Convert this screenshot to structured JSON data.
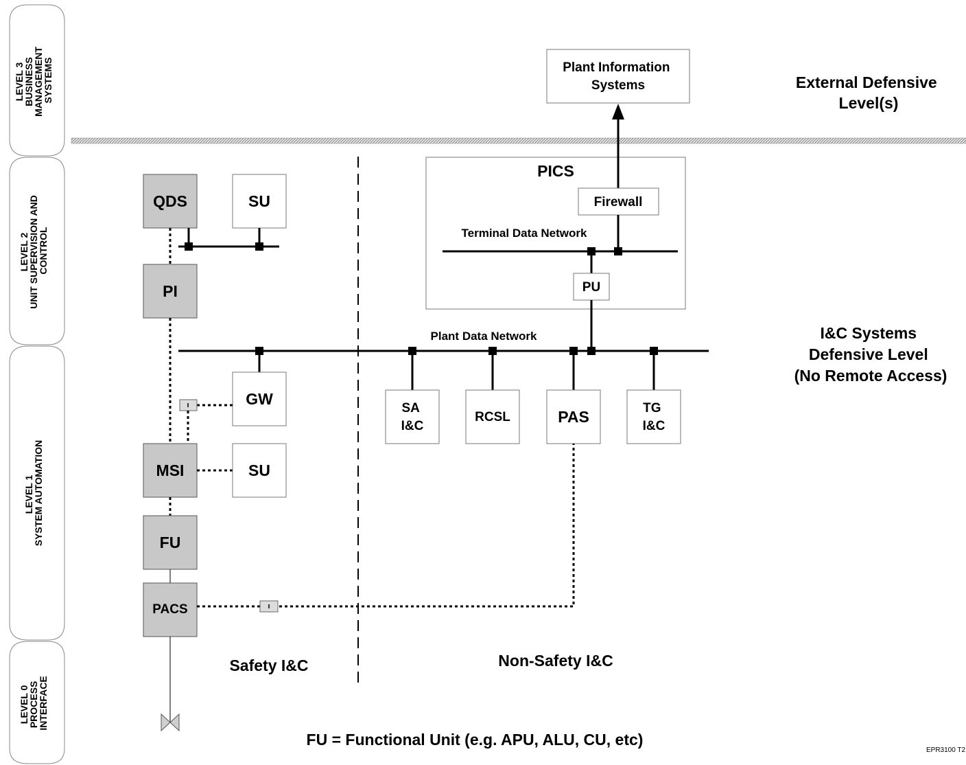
{
  "levels": [
    {
      "label_lines": [
        "LEVEL 3",
        "BUSINESS",
        "MANAGEMENT",
        "SYSTEMS"
      ]
    },
    {
      "label_lines": [
        "LEVEL 2",
        "UNIT SUPERVISION AND",
        "CONTROL"
      ]
    },
    {
      "label_lines": [
        "LEVEL 1",
        "SYSTEM  AUTOMATION"
      ]
    },
    {
      "label_lines": [
        "LEVEL 0",
        "PROCESS",
        "INTERFACE"
      ]
    }
  ],
  "defensive_levels": {
    "external": [
      "External Defensive",
      "Level(s)"
    ],
    "ic_systems": [
      "I&C Systems",
      "Defensive Level",
      "(No Remote Access)"
    ]
  },
  "boxes": {
    "plant_info": [
      "Plant Information",
      "Systems"
    ],
    "pics": "PICS",
    "firewall": "Firewall",
    "pu": "PU",
    "qds": "QDS",
    "su_top": "SU",
    "pi": "PI",
    "gw": "GW",
    "msi": "MSI",
    "su_bottom": "SU",
    "fu": "FU",
    "pacs": "PACS",
    "sa_ic": [
      "SA",
      "I&C"
    ],
    "rcsl": "RCSL",
    "pas": "PAS",
    "tg_ic": [
      "TG",
      "I&C"
    ]
  },
  "networks": {
    "terminal": "Terminal Data Network",
    "plant": "Plant Data Network"
  },
  "zones": {
    "safety": "Safety I&C",
    "non_safety": "Non-Safety I&C"
  },
  "footnote": "FU = Functional Unit (e.g. APU, ALU, CU, etc)",
  "figure_id": "EPR3100 T2"
}
